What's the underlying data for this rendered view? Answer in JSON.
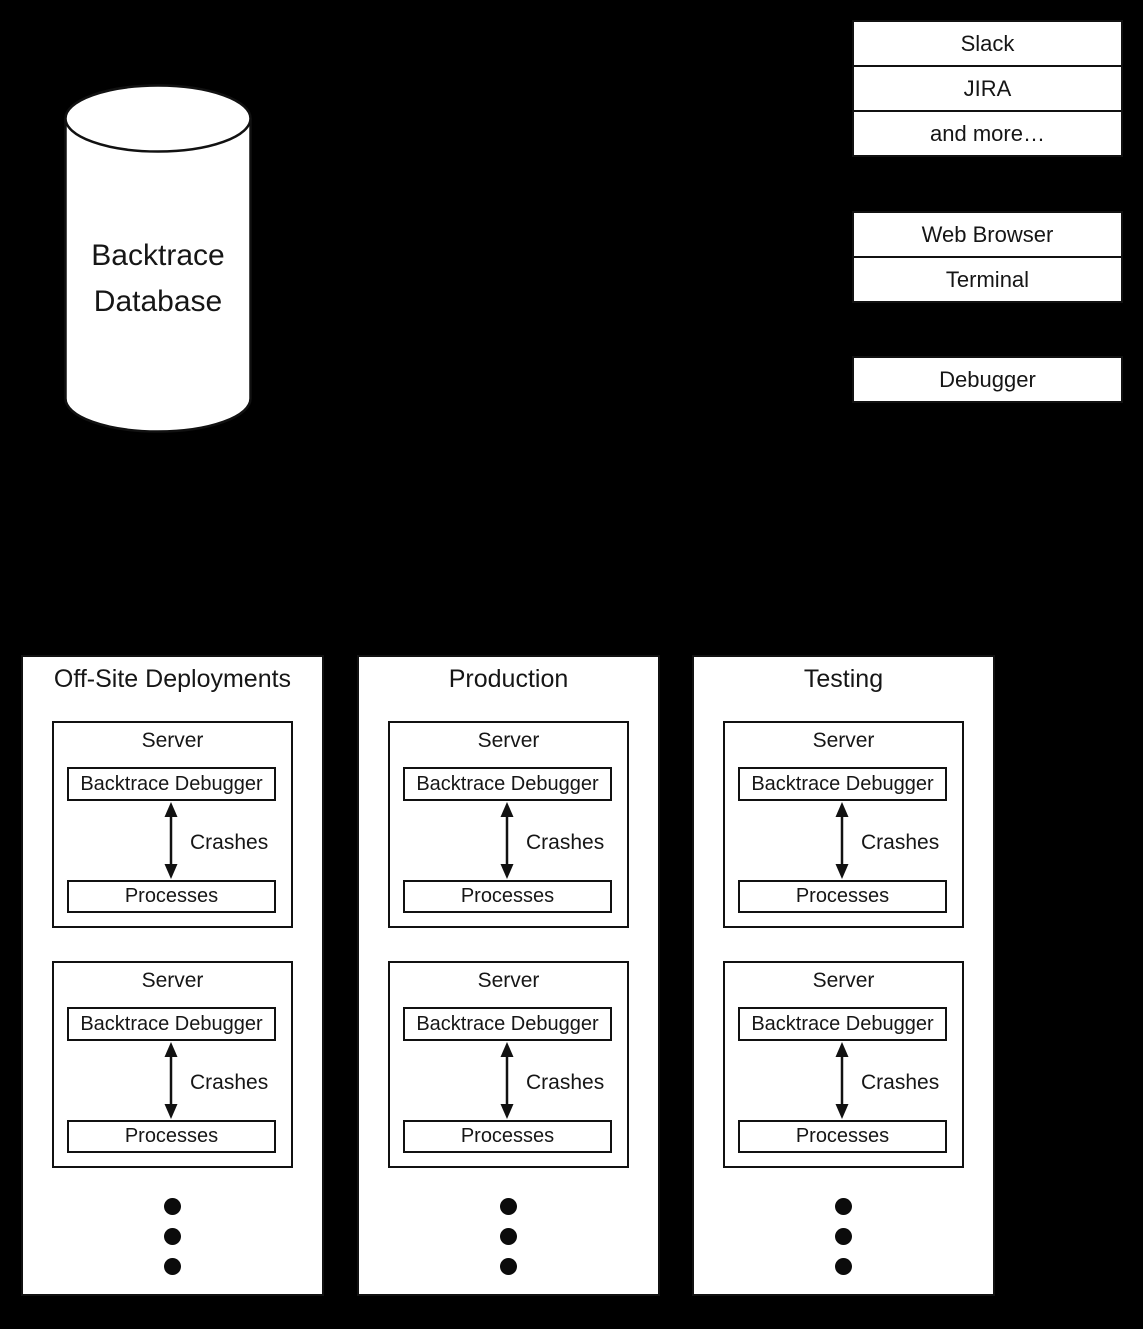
{
  "diagram": {
    "database": {
      "line1": "Backtrace",
      "line2": "Database"
    },
    "integration_boxes": [
      "Slack",
      "JIRA",
      "and more…"
    ],
    "client_boxes": [
      "Web Browser",
      "Terminal"
    ],
    "debugger_box": "Debugger",
    "deployment_panels": [
      {
        "title": "Off-Site Deployments"
      },
      {
        "title": "Production"
      },
      {
        "title": "Testing"
      }
    ],
    "server_card": {
      "title": "Server",
      "debugger_label": "Backtrace Debugger",
      "arrow_label": "Crashes",
      "processes_label": "Processes"
    },
    "colors": {
      "background": "#000000",
      "box_fill": "#ffffff",
      "stroke": "#111111"
    }
  }
}
